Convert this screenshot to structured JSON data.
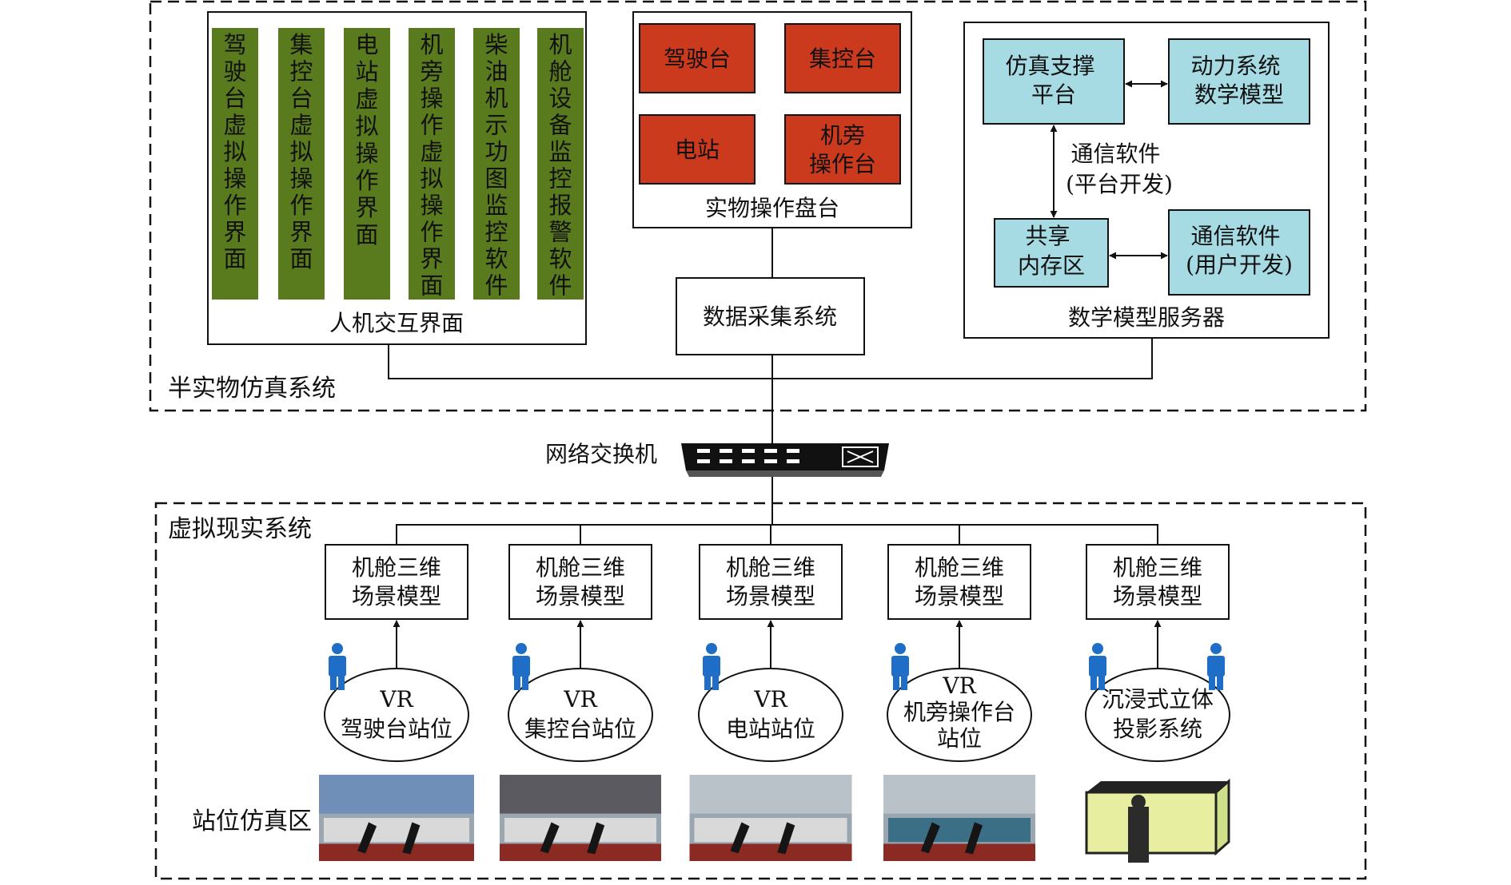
{
  "semi_system": {
    "title": "半实物仿真系统",
    "hmi": {
      "title": "人机交互界面",
      "panels": [
        "驾驶台虚拟操作界面",
        "集控台虚拟操作界面",
        "电站虚拟操作界面",
        "机旁操作虚拟操作界面",
        "柴油机示功图监控软件",
        "机舱设备监控报警软件"
      ]
    },
    "console": {
      "title": "实物操作盘台",
      "units": [
        [
          "驾驶台"
        ],
        [
          "集控台"
        ],
        [
          "电站"
        ],
        [
          "机旁",
          "操作台"
        ]
      ]
    },
    "daq": "数据采集系统",
    "server": {
      "title": "数学模型服务器",
      "sim_platform": [
        "仿真支撑",
        "平台"
      ],
      "power_model": [
        "动力系统",
        "数学模型"
      ],
      "comm_platform": [
        "通信软件",
        "(平台开发)"
      ],
      "shared_memory": [
        "共享",
        "内存区"
      ],
      "comm_user": [
        "通信软件",
        "(用户开发)"
      ]
    }
  },
  "switch_label": "网络交换机",
  "vr_system": {
    "title": "虚拟现实系统",
    "scene_model": [
      "机舱三维",
      "场景模型"
    ],
    "stations": [
      [
        "VR",
        "驾驶台站位"
      ],
      [
        "VR",
        "集控台站位"
      ],
      [
        "VR",
        "电站站位"
      ],
      [
        "VR",
        "机旁操作台",
        "站位"
      ],
      [
        "沉浸式立体",
        "投影系统"
      ]
    ],
    "station_area": "站位仿真区"
  },
  "colors": {
    "panel_green": "#5a7a1e",
    "console_red": "#cc3a1e",
    "server_cyan": "#a7dbe4",
    "person_blue": "#1e6ec8"
  }
}
